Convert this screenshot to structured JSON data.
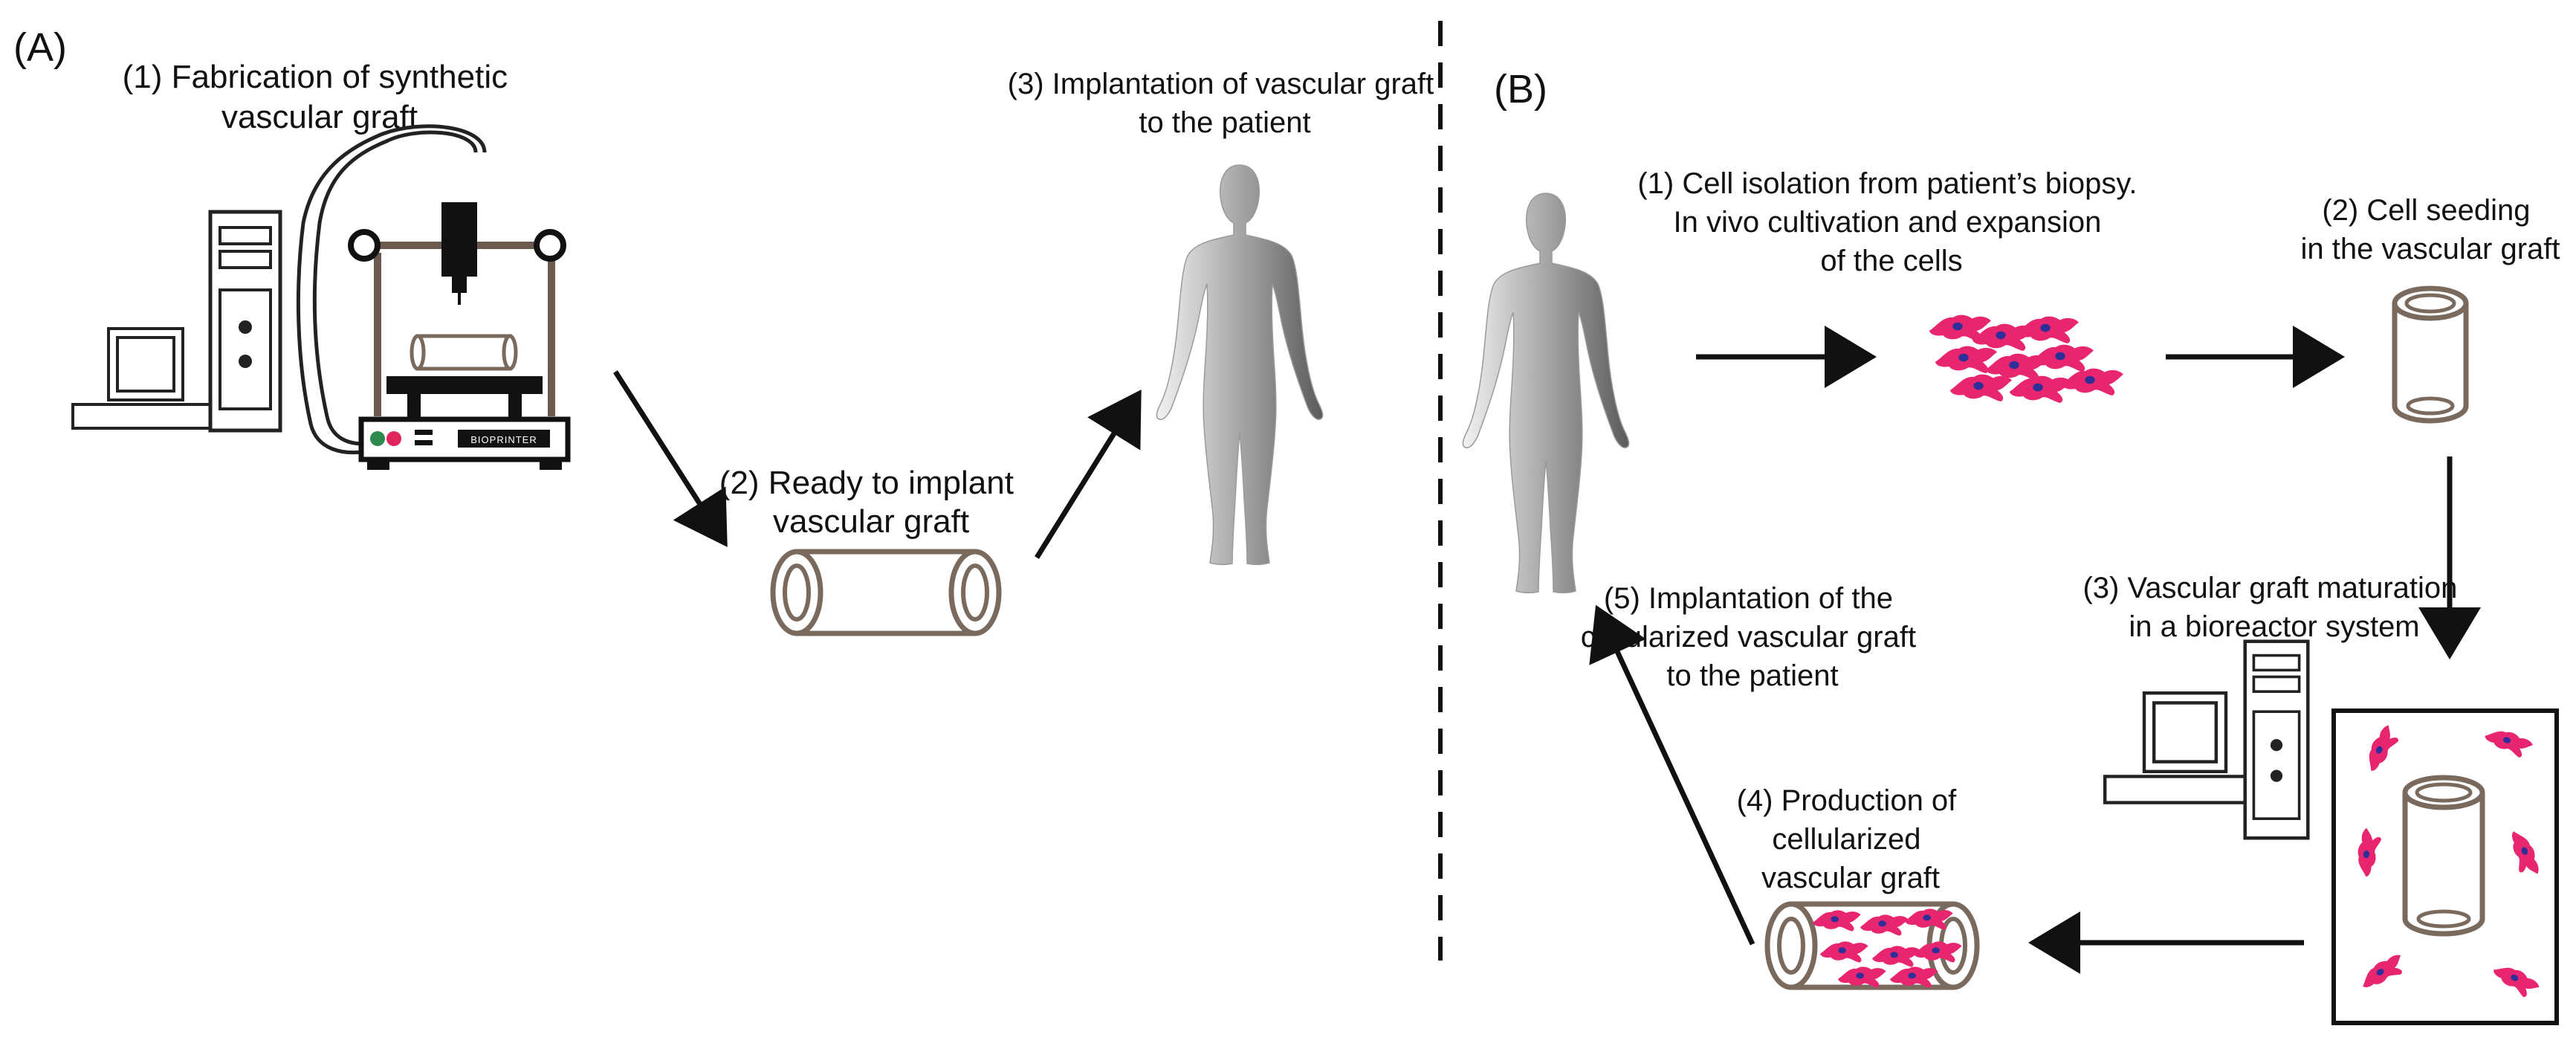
{
  "panels": {
    "a_label": "(A)",
    "b_label": "(B)"
  },
  "a_steps": {
    "s1": [
      "(1) Fabrication of synthetic",
      "vascular graft"
    ],
    "s2": [
      "(2) Ready to implant",
      "vascular graft"
    ],
    "s3": [
      "(3) Implantation of vascular graft",
      "to the patient"
    ]
  },
  "b_steps": {
    "s1": [
      "(1) Cell isolation from patient’s biopsy.",
      "In vivo cultivation and expansion",
      "of the cells"
    ],
    "s2": [
      "(2) Cell seeding",
      "in the vascular graft"
    ],
    "s3": [
      "(3) Vascular graft maturation",
      "in a bioreactor system"
    ],
    "s4": [
      "(4) Production of",
      "cellularized",
      "vascular graft"
    ],
    "s5": [
      "(5) Implantation of the",
      "cellularized vascular graft",
      "to the patient"
    ]
  },
  "printer_brand": "BIOPRINTER",
  "colors": {
    "graft": "#7a6a5e",
    "cell": "#e8266f",
    "nucleus": "#2f2f9a",
    "arrow": "#111111",
    "green_button": "#2d8a4e",
    "red_button": "#e0245e"
  }
}
